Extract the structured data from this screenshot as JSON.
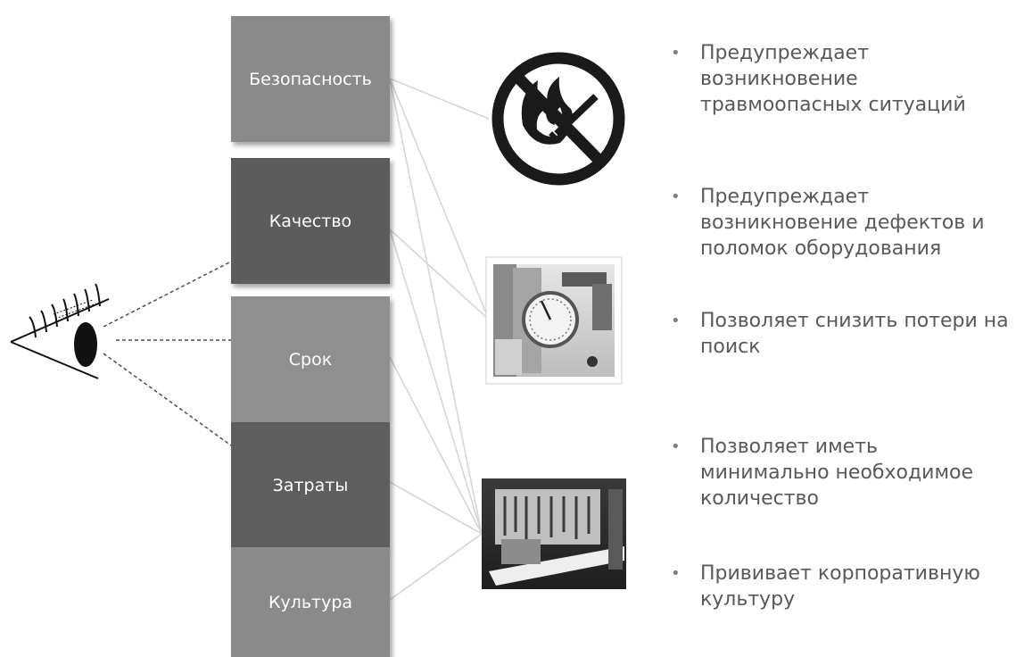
{
  "categories": [
    {
      "label": "Безопасность",
      "color": "#8a8a8a"
    },
    {
      "label": "Качество",
      "color": "#5c5c5c"
    },
    {
      "label": "Срок",
      "color": "#8f8f8f"
    },
    {
      "label": "Затраты",
      "color": "#5e5e5e"
    },
    {
      "label": "Культура",
      "color": "#8a8a8a"
    }
  ],
  "images": [
    {
      "icon": "no-fire-sign-icon"
    },
    {
      "icon": "pressure-gauge-photo"
    },
    {
      "icon": "tool-wall-workbench-photo"
    }
  ],
  "eye": {
    "icon": "eye-icon"
  },
  "bullets": [
    {
      "text": "Предупреждает возникновение травмоопасных ситуаций"
    },
    {
      "text": "Предупреждает возникновение дефектов и поломок оборудования"
    },
    {
      "text": "Позволяет снизить потери на поиск"
    },
    {
      "text": "Позволяет иметь минимально необходимое количество"
    },
    {
      "text": "Прививает корпоративную культуру"
    }
  ],
  "bullet_symbol": "•",
  "colors": {
    "line": "#d9d9d9",
    "dashed": "#4d4d4d",
    "text": "#595959"
  }
}
